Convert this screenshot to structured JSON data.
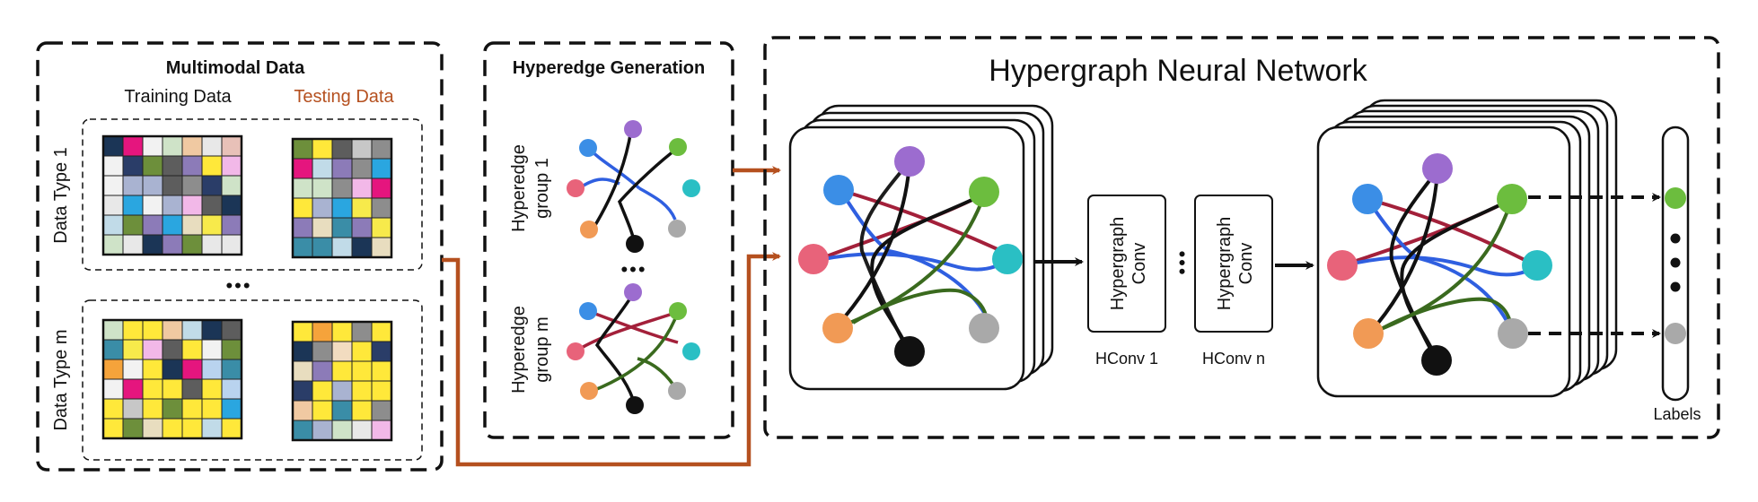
{
  "multimodal": {
    "title": "Multimodal Data",
    "training": "Training Data",
    "testing": "Testing Data",
    "type1": "Data Type 1",
    "typem": "Data Type m",
    "ellipsis": "•••"
  },
  "hyperedge": {
    "title": "Hyperedge Generation",
    "group1_l1": "Hyperedge",
    "group1_l2": "group 1",
    "groupm_l1": "Hyperedge",
    "groupm_l2": "group m",
    "ellipsis": "•••"
  },
  "hgnn": {
    "title": "Hypergraph Neural Network",
    "conv_l1": "Hypergraph",
    "conv_l2": "Conv",
    "hconv1": "HConv 1",
    "hconvn": "HConv n",
    "labels": "Labels"
  },
  "colors": {
    "orange_arrow": "#b5501f",
    "testing_text": "#b5501f",
    "node_blue": "#3b8ee6",
    "node_purple": "#9c6ccf",
    "node_green": "#6cbd3e",
    "node_teal": "#2abfc4",
    "node_pink": "#e8637a",
    "node_orange": "#f19a55",
    "node_gray": "#a9a9a9",
    "node_black": "#111111",
    "edge_red": "#a3203a",
    "edge_blue": "#2f5fe0",
    "edge_green": "#3a6a1e"
  }
}
